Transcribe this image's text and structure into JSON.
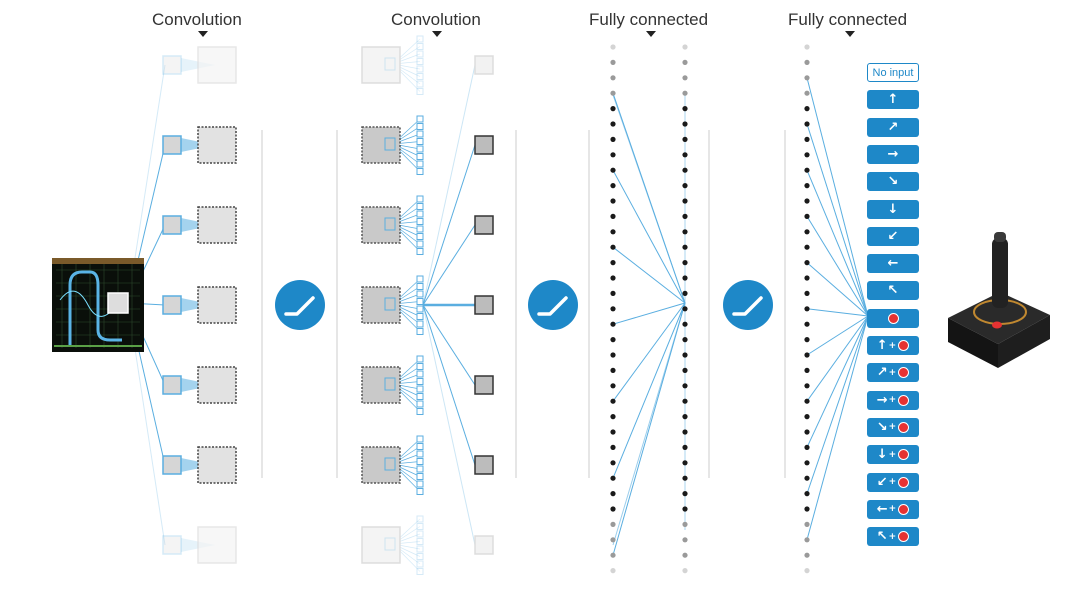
{
  "layers": [
    {
      "title": "Convolution"
    },
    {
      "title": "Convolution"
    },
    {
      "title": "Fully connected"
    },
    {
      "title": "Fully connected"
    }
  ],
  "activation_icon": "relu-icon",
  "controller_icon": "joystick-icon",
  "colors": {
    "accent": "#1e88c8",
    "line": "#5aaee0",
    "fire_button": "#e53232",
    "feature_map": "#d0d0d0"
  },
  "actions": [
    {
      "glyph": "No input",
      "fire": false
    },
    {
      "glyph": "↑",
      "fire": false
    },
    {
      "glyph": "↗",
      "fire": false
    },
    {
      "glyph": "→",
      "fire": false
    },
    {
      "glyph": "↘",
      "fire": false
    },
    {
      "glyph": "↓",
      "fire": false
    },
    {
      "glyph": "↙",
      "fire": false
    },
    {
      "glyph": "←",
      "fire": false
    },
    {
      "glyph": "↖",
      "fire": false
    },
    {
      "glyph": "",
      "fire": true
    },
    {
      "glyph": "↑",
      "fire": true
    },
    {
      "glyph": "↗",
      "fire": true
    },
    {
      "glyph": "→",
      "fire": true
    },
    {
      "glyph": "↘",
      "fire": true
    },
    {
      "glyph": "↓",
      "fire": true
    },
    {
      "glyph": "↙",
      "fire": true
    },
    {
      "glyph": "←",
      "fire": true
    },
    {
      "glyph": "↖",
      "fire": true
    }
  ]
}
